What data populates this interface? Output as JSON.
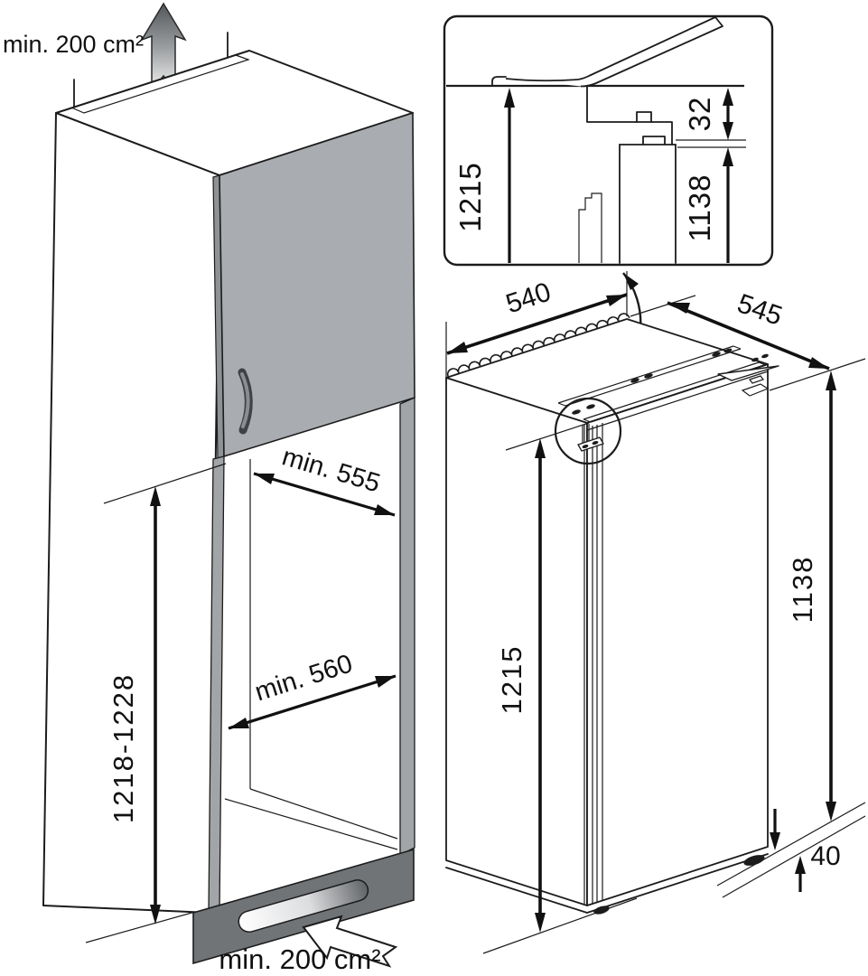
{
  "diagram": {
    "labels": {
      "top_vent": "min. 200 cm²",
      "bottom_vent": "min. 200 cm²",
      "niche_depth": "min. 555",
      "niche_width": "min. 560",
      "niche_height": "1218-1228"
    },
    "detail_inset": {
      "overall_height": "1215",
      "hinge_gap": "32",
      "appliance_height": "1138"
    },
    "appliance": {
      "width": "540",
      "depth": "545",
      "overall_height": "1215",
      "body_height": "1138",
      "foot_height": "40"
    },
    "colors": {
      "door_gray": "#a9acb0",
      "edge_gray": "#8f9295",
      "pillar_gray": "#a2a5a8",
      "plinth_gray": "#717477",
      "line": "#1c1c1c"
    }
  }
}
